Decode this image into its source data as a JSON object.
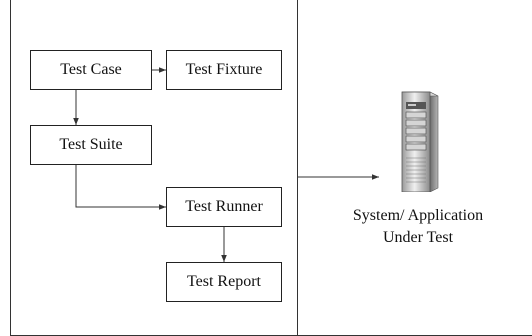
{
  "diagram": {
    "nodes": {
      "test_case": "Test Case",
      "test_fixture": "Test Fixture",
      "test_suite": "Test Suite",
      "test_runner": "Test Runner",
      "test_report": "Test Report"
    },
    "system": {
      "line1": "System/ Application",
      "line2": "Under Test",
      "icon": "server-tower-icon"
    },
    "edges": [
      {
        "from": "Test Case",
        "to": "Test Fixture"
      },
      {
        "from": "Test Case",
        "to": "Test Suite"
      },
      {
        "from": "Test Suite",
        "to": "Test Runner"
      },
      {
        "from": "Test Runner",
        "to": "Test Report"
      },
      {
        "from": "Test framework panel",
        "to": "System/ Application Under Test"
      }
    ]
  }
}
